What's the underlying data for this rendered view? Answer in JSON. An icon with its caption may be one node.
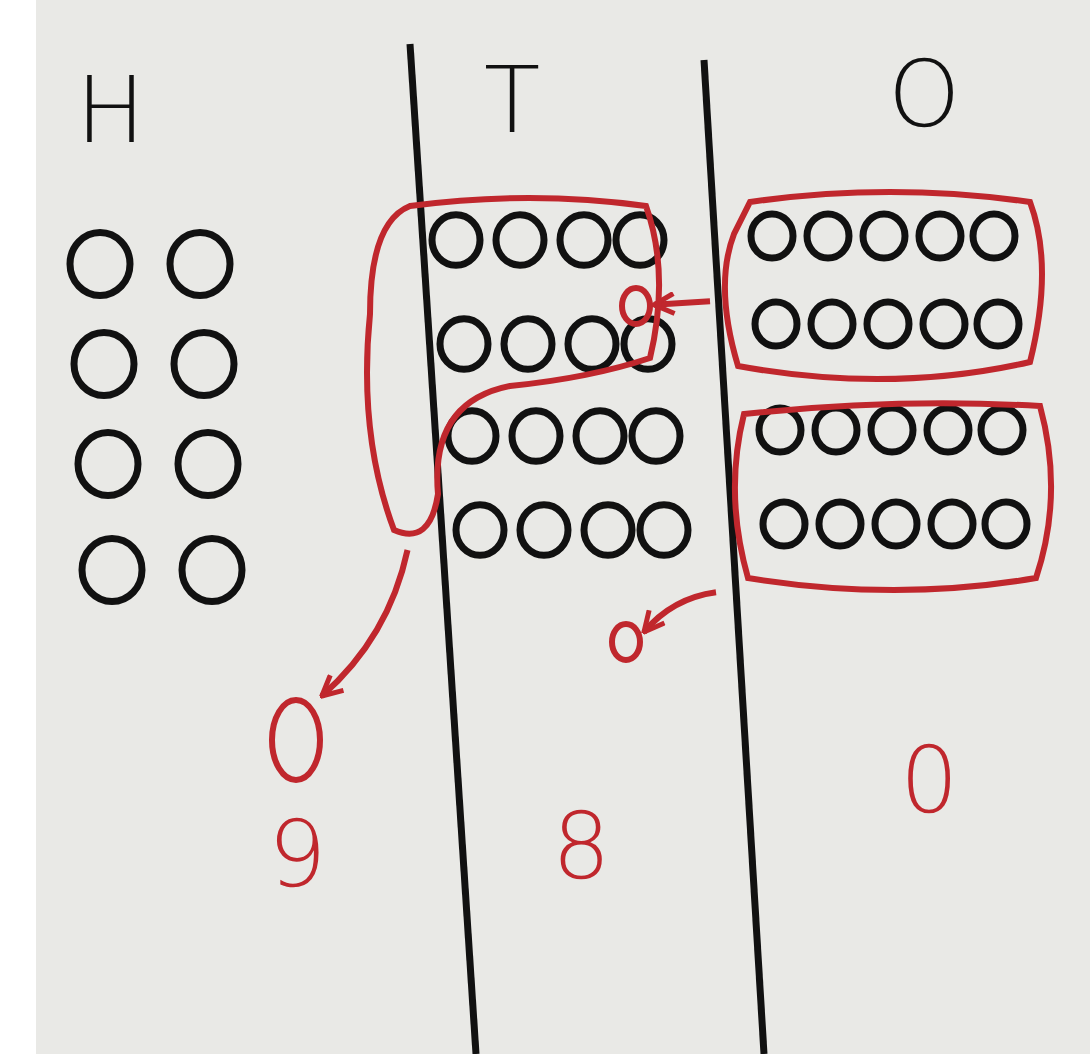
{
  "diagram": {
    "nodes": [
      {
        "text": [],
        "shape": "loop"
      },
      {
        "text": [],
        "shape": "loop"
      },
      {
        "text": [],
        "shape": "loop"
      },
      {
        "text": [],
        "shape": "circle",
        "in": 2
      },
      {
        "text": [],
        "shape": "circle"
      },
      {
        "text": [],
        "shape": "circle"
      }
    ],
    "edges": [
      {
        "from": 0,
        "to": 3,
        "arrow": "to"
      },
      {
        "from": 1,
        "to": 4,
        "arrow": "to"
      },
      {
        "from": 2,
        "to": 5,
        "arrow": "to"
      }
    ],
    "labels": [
      "H",
      "T",
      "O",
      "9",
      "8",
      "0"
    ]
  }
}
